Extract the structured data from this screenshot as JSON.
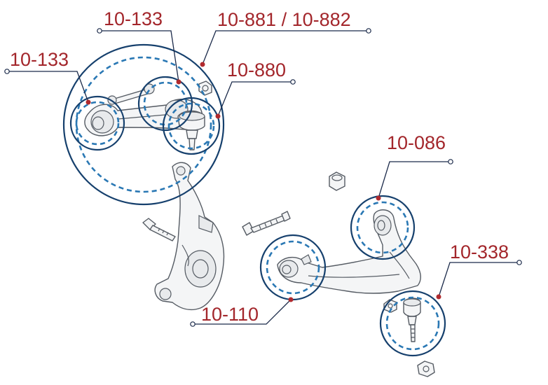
{
  "labels": {
    "upper_arm_left_bushing": "10-133",
    "upper_arm_front_bushing": "10-133",
    "upper_arm_kit": "10-881 / 10-882",
    "upper_ball_joint": "10-880",
    "rear_bushing": "10-086",
    "front_bushing": "10-110",
    "lower_ball_joint": "10-338"
  },
  "colors": {
    "label": "#a3262b",
    "leader": "#1b2a4a",
    "circle_solid": "#16406d",
    "circle_dashed": "#2a78b4",
    "part_outline": "#555b63"
  }
}
